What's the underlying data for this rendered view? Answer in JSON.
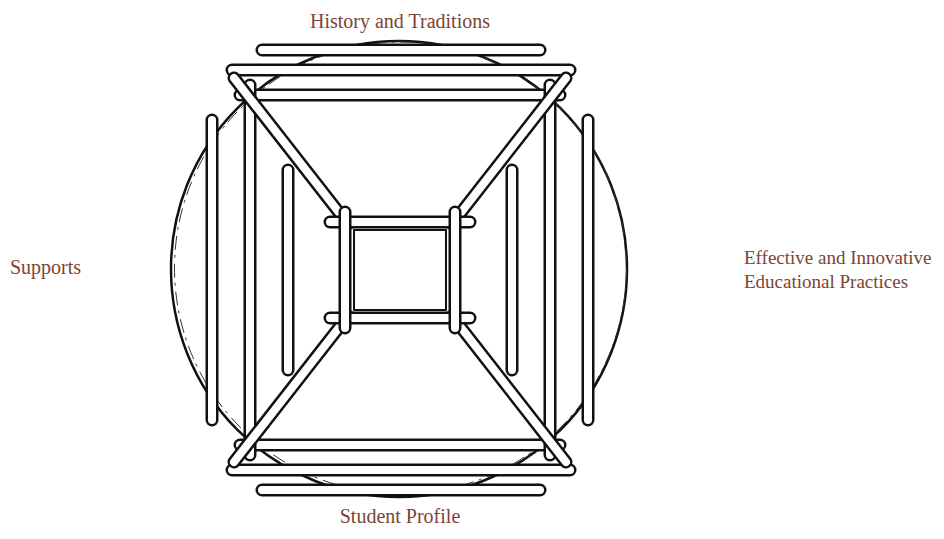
{
  "diagram": {
    "labels": [
      "History and Traditions",
      "Supports",
      "Effective and Innovative Educational Practices",
      "Student Profile"
    ]
  }
}
